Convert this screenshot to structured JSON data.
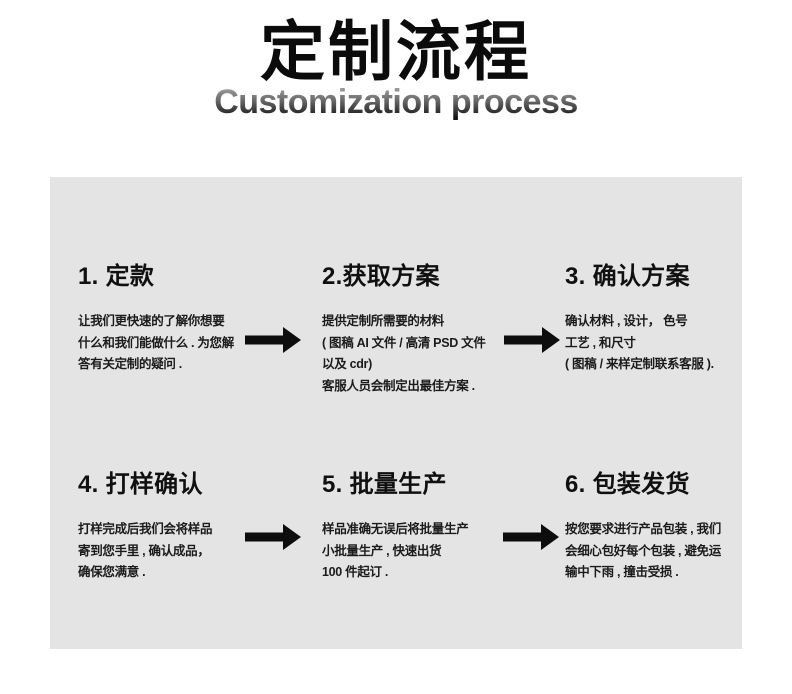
{
  "header": {
    "title": "定制流程",
    "subtitle": "Customization process"
  },
  "colors": {
    "page_bg": "#ffffff",
    "panel_bg": "#e4e4e4",
    "title_color": "#0b0b0b",
    "body_text_color": "#1b1b1b",
    "arrow_color": "#0d0d0d",
    "subtitle_gradient_top": "#a6a6a6",
    "subtitle_gradient_bottom": "#141414"
  },
  "steps": [
    {
      "title": "1. 定款",
      "lines": [
        "让我们更快速的了解你想要",
        "什么和我们能做什么 . 为您解",
        "答有关定制的疑问 ."
      ]
    },
    {
      "title": "2.获取方案",
      "lines": [
        "提供定制所需要的材料",
        "( 图稿 AI 文件 / 高清 PSD 文件",
        "以及 cdr)",
        "客服人员会制定出最佳方案 ."
      ]
    },
    {
      "title": "3. 确认方案",
      "lines": [
        "确认材料 , 设计， 色号",
        "工艺 , 和尺寸",
        "( 图稿 / 来样定制联系客服 )."
      ]
    },
    {
      "title": "4. 打样确认",
      "lines": [
        "打样完成后我们会将样品",
        "寄到您手里 , 确认成品，",
        "确保您满意 ."
      ]
    },
    {
      "title": "5. 批量生产",
      "lines": [
        "样品准确无误后将批量生产",
        "小批量生产 , 快速出货",
        "100 件起订 ."
      ]
    },
    {
      "title": "6. 包装发货",
      "lines": [
        "按您要求进行产品包装 , 我们",
        "会细心包好每个包装 , 避免运",
        "输中下雨 , 撞击受损 ."
      ]
    }
  ]
}
